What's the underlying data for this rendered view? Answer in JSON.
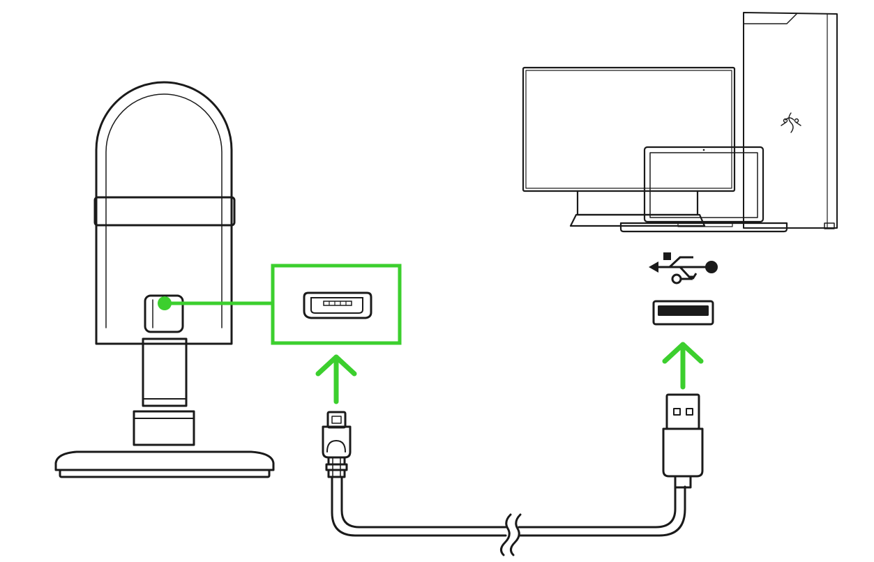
{
  "diagram": {
    "colors": {
      "line": "#1a1a1a",
      "accent": "#3ccf2e",
      "fill": "#ffffff"
    },
    "nodes": [
      {
        "id": "microphone",
        "icon": "microphone-icon"
      },
      {
        "id": "micro-usb-port",
        "icon": "micro-usb-port-icon"
      },
      {
        "id": "monitor",
        "icon": "monitor-icon"
      },
      {
        "id": "laptop",
        "icon": "laptop-icon"
      },
      {
        "id": "desktop-tower",
        "icon": "desktop-tower-icon"
      },
      {
        "id": "usb-symbol",
        "icon": "usb-symbol-icon"
      },
      {
        "id": "usb-a-port",
        "icon": "usb-a-port-icon"
      },
      {
        "id": "cable",
        "icon": "usb-cable-icon"
      }
    ],
    "arrows": [
      {
        "from": "micro-usb-plug",
        "to": "micro-usb-port",
        "icon": "arrow-up-icon"
      },
      {
        "from": "usb-a-plug",
        "to": "usb-a-port",
        "icon": "arrow-up-icon"
      }
    ]
  }
}
